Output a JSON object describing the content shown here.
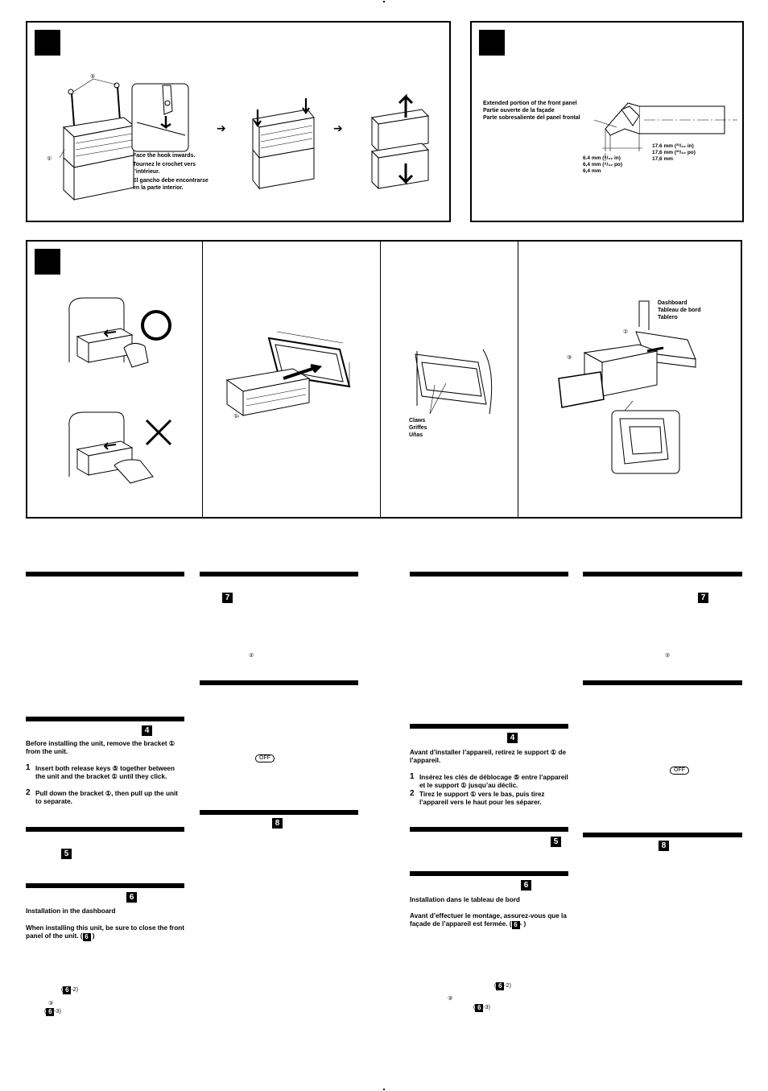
{
  "fig_top_left": {
    "circled_5": "⑤",
    "circled_1": "①",
    "arrow_1": "➔",
    "arrow_2": "➔",
    "hook_en": "Face the hook inwards.",
    "hook_fr1": "Tournez le crochet vers",
    "hook_fr2": "l’intérieur.",
    "hook_es1": "El gancho debe encontrarse",
    "hook_es2": "en la parte interior."
  },
  "fig_top_right": {
    "label_en": "Extended portion of the front panel",
    "label_fr": "Partie ouverte de la façade",
    "label_es": "Parte sobresaliente del panel frontal",
    "dim_a1": "6.4 mm (⁹/₃₂ in)",
    "dim_a2": "6,4 mm (⁹/₃₂ po)",
    "dim_a3": "6,4 mm",
    "dim_b1": "17.6 mm (²³/₃₂ in)",
    "dim_b2": "17,6 mm (²³/₃₂ po)",
    "dim_b3": "17,6 mm"
  },
  "fig_bottom": {
    "circled_1a": "①",
    "claws_en": "Claws",
    "claws_fr": "Griffes",
    "claws_es": "Uñas",
    "dash_en": "Dashboard",
    "dash_fr": "Tableau de bord",
    "dash_es": "Tablero",
    "circled_1b": "①",
    "circled_3": "③"
  },
  "en": {
    "badge4": "4",
    "remove_intro": "Before installing the unit, remove the bracket ① from the unit.",
    "step1_num": "1",
    "step1": "Insert both release keys ⑤ together between the unit and the bracket ① until they click.",
    "step2_num": "2",
    "step2": "Pull down the bracket ①, then pull up the unit to separate.",
    "badge5": "5",
    "badge6": "6",
    "dash_title": "Installation in the dashboard",
    "dash_note": "When installing this unit, be sure to close the front panel of the unit. (",
    "dash_note_badge": "6",
    "dash_note_end": "   )",
    "ref_6_2_pre": "(",
    "ref_6_2_badge": "6",
    "ref_6_2_post": "-2)",
    "ref_circ3": "③",
    "ref_6_3_pre": "(",
    "ref_6_3_badge": "6",
    "ref_6_3_post": "-3)",
    "badge7": "7",
    "circ2": "②",
    "off_key": "OFF",
    "badge8": "8"
  },
  "fr": {
    "badge4": "4",
    "remove_intro": "Avant d’installer l’appareil, retirez le support ① de l’appareil.",
    "step1_num": "1",
    "step1": "Insérez les clés de déblocage ⑤ entre l’appareil et le support ① jusqu’au déclic.",
    "step2_num": "2",
    "step2": "Tirez le support ① vers le bas, puis tirez l’appareil vers le haut pour les séparer.",
    "badge5": "5",
    "badge6": "6",
    "dash_title": "Installation dans le tableau de bord",
    "dash_note": "Avant d’effectuer le montage, assurez-vous que la façade de l’appareil est fermée. (",
    "dash_note_badge": "6",
    "dash_note_end": "-  )",
    "ref_6_2_pre": "(",
    "ref_6_2_badge": "6",
    "ref_6_2_post": "-2)",
    "ref_circ3": "③",
    "ref_6_3_pre": "(",
    "ref_6_3_badge": "6",
    "ref_6_3_post": "-3)",
    "badge7": "7",
    "circ2": "②",
    "off_key": "OFF",
    "badge8": "8"
  }
}
